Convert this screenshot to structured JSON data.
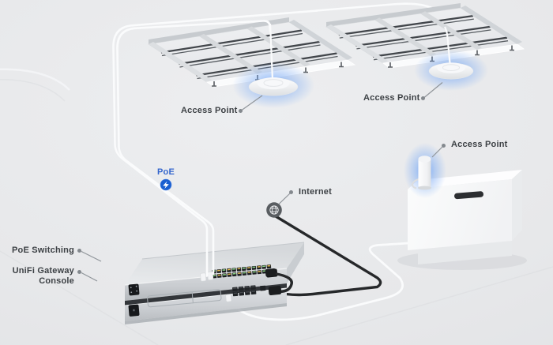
{
  "diagram": {
    "title": "UniFi network topology illustration",
    "labels": {
      "access_point_1": "Access Point",
      "access_point_2": "Access Point",
      "access_point_3": "Access Point",
      "poe": "PoE",
      "internet": "Internet",
      "poe_switching": "PoE Switching",
      "gateway_line1": "UniFi Gateway",
      "gateway_line2": "Console"
    },
    "icons": {
      "poe_badge": "lightning-bolt-icon",
      "internet_badge": "globe-icon"
    },
    "colors": {
      "background": "#e7e8ea",
      "label_text": "#3d4145",
      "poe_text": "#3466cd",
      "poe_badge_fill": "#1a5fd0",
      "internet_badge_fill": "#595d61",
      "ap_glow": "#5b97f7",
      "cable_white": "#fafbfc",
      "cable_black": "#26282a",
      "device_silver": "#ced1d5",
      "port_led_green": "#8bd284",
      "port_led_amber": "#dcb64f"
    },
    "devices": {
      "ceiling_access_points": 2,
      "desktop_access_points": 1,
      "switch_port_columns": 12,
      "switch_port_rows": 2,
      "gateway_port_columns": 4,
      "gateway_port_rows": 2,
      "gateway_wan_ports": 1
    }
  }
}
